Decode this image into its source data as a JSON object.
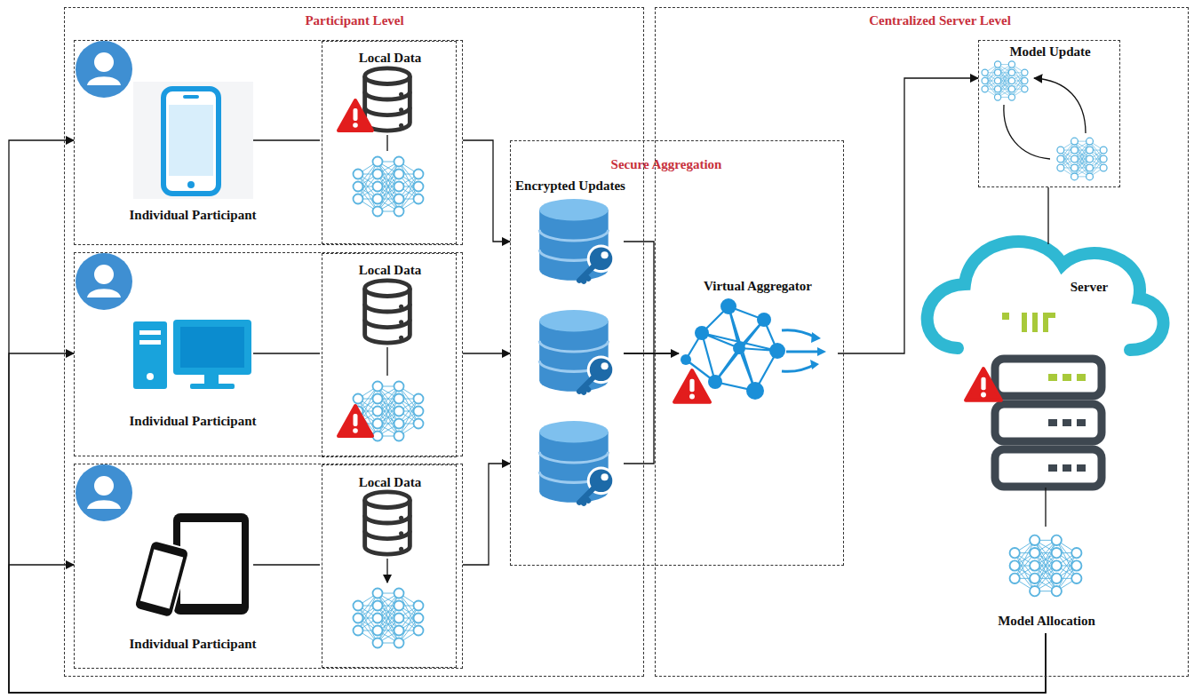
{
  "diagram": {
    "nodes": [
      {
        "text": [
          "Participant Level"
        ]
      },
      {
        "text": [
          "Individual Participant"
        ],
        "in": 0
      },
      {
        "text": [
          "Local Data"
        ],
        "in": 1
      },
      {
        "text": [
          "Individual Participant"
        ],
        "in": 0
      },
      {
        "text": [
          "Local Data"
        ],
        "in": 3
      },
      {
        "text": [
          "Individual Participant"
        ],
        "in": 0
      },
      {
        "text": [
          "Local Data"
        ],
        "in": 5
      },
      {
        "text": [
          "Secure Aggregation",
          "Encrypted Updates"
        ]
      },
      {
        "text": [
          "Virtual Aggregator"
        ],
        "in": 7
      },
      {
        "text": [
          "Centralized Server Level"
        ]
      },
      {
        "text": [
          "Model Update"
        ],
        "in": 9
      },
      {
        "text": [
          "Server"
        ],
        "in": 9
      },
      {
        "text": [
          "Model Allocation"
        ],
        "in": 9
      }
    ],
    "edges": [
      {
        "from": 1,
        "to": 7,
        "arrow": "to"
      },
      {
        "from": 3,
        "to": 7,
        "arrow": "to"
      },
      {
        "from": 5,
        "to": 7,
        "arrow": "to"
      },
      {
        "from": 8,
        "to": 10,
        "arrow": "to"
      },
      {
        "from": 10,
        "to": 11,
        "arrow": "none"
      },
      {
        "from": 11,
        "to": 12,
        "arrow": "none"
      },
      {
        "from": 12,
        "to": 1,
        "arrow": "to"
      },
      {
        "from": 12,
        "to": 3,
        "arrow": "to"
      },
      {
        "from": 12,
        "to": 5,
        "arrow": "to"
      }
    ]
  }
}
